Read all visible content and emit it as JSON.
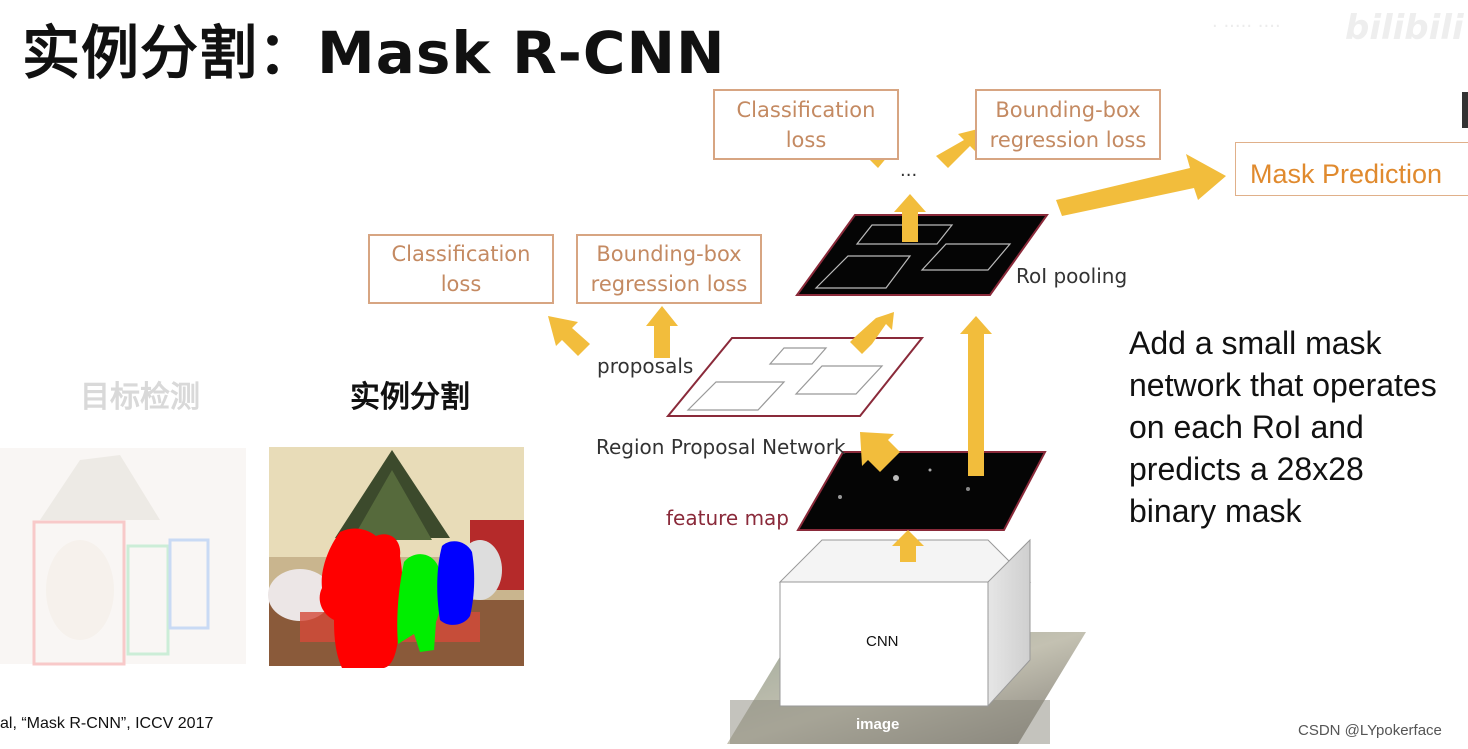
{
  "title": "实例分割：Mask R-CNN",
  "top_losses": {
    "classification": [
      "Classification",
      "loss"
    ],
    "bbox": [
      "Bounding-box",
      "regression loss"
    ]
  },
  "rpn_losses": {
    "classification": [
      "Classification",
      "loss"
    ],
    "bbox": [
      "Bounding-box",
      "regression loss"
    ]
  },
  "ellipsis": "...",
  "mask_prediction": "Mask Prediction",
  "labels": {
    "roi_pooling": "RoI pooling",
    "proposals": "proposals",
    "rpn": "Region Proposal Network",
    "feature_map": "feature map",
    "cnn": "CNN",
    "image": "image"
  },
  "description": [
    "Add a small mask",
    "network that operates",
    "on each RoI and",
    "predicts a 28x28",
    "binary mask"
  ],
  "left_labels": {
    "object_detection": "目标检测",
    "instance_segmentation": "实例分割"
  },
  "citation": "al, “Mask R-CNN”, ICCV 2017",
  "watermark": "CSDN @LYpokerface",
  "bilibili": "bilibili",
  "colors": {
    "arrow": "#f2bd3c",
    "box_border": "#d7a582",
    "loss_text": "#c48a62",
    "mask_text": "#e08a2e",
    "plane_border": "#8a2a3a"
  }
}
